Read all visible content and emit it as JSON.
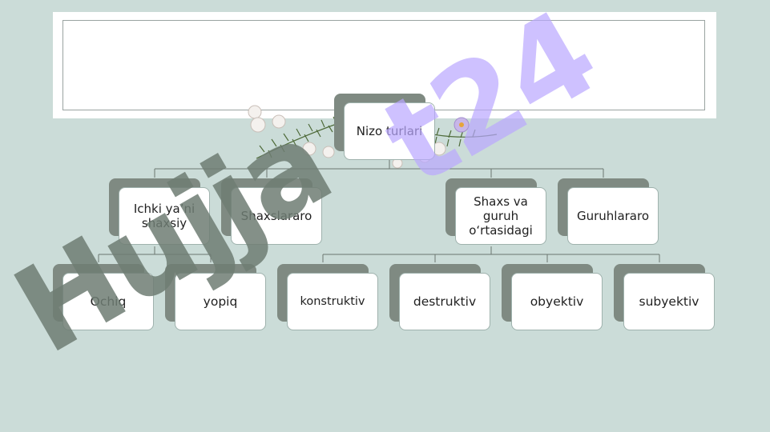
{
  "diagram": {
    "root": {
      "label": "Nizo turlari"
    },
    "level1": [
      {
        "label": "Ichki ya’ni shaxsiy"
      },
      {
        "label": "Shaxslararo"
      },
      {
        "label": "Shaxs va guruh o‘rtasidagi"
      },
      {
        "label": "Guruhlararo"
      }
    ],
    "level2": [
      {
        "label": "Ochiq"
      },
      {
        "label": "yopiq"
      },
      {
        "label": "konstruktiv"
      },
      {
        "label": "destruktiv"
      },
      {
        "label": "obyektiv"
      },
      {
        "label": "subyektiv"
      }
    ]
  },
  "watermark": {
    "text": "Hujjat24",
    "colors": {
      "dark": "#6f7c73",
      "violet": "#b9a6ff"
    }
  },
  "colors": {
    "background": "#cbdcd8",
    "node_shadow": "#7f8a82",
    "node_face": "#ffffff"
  }
}
